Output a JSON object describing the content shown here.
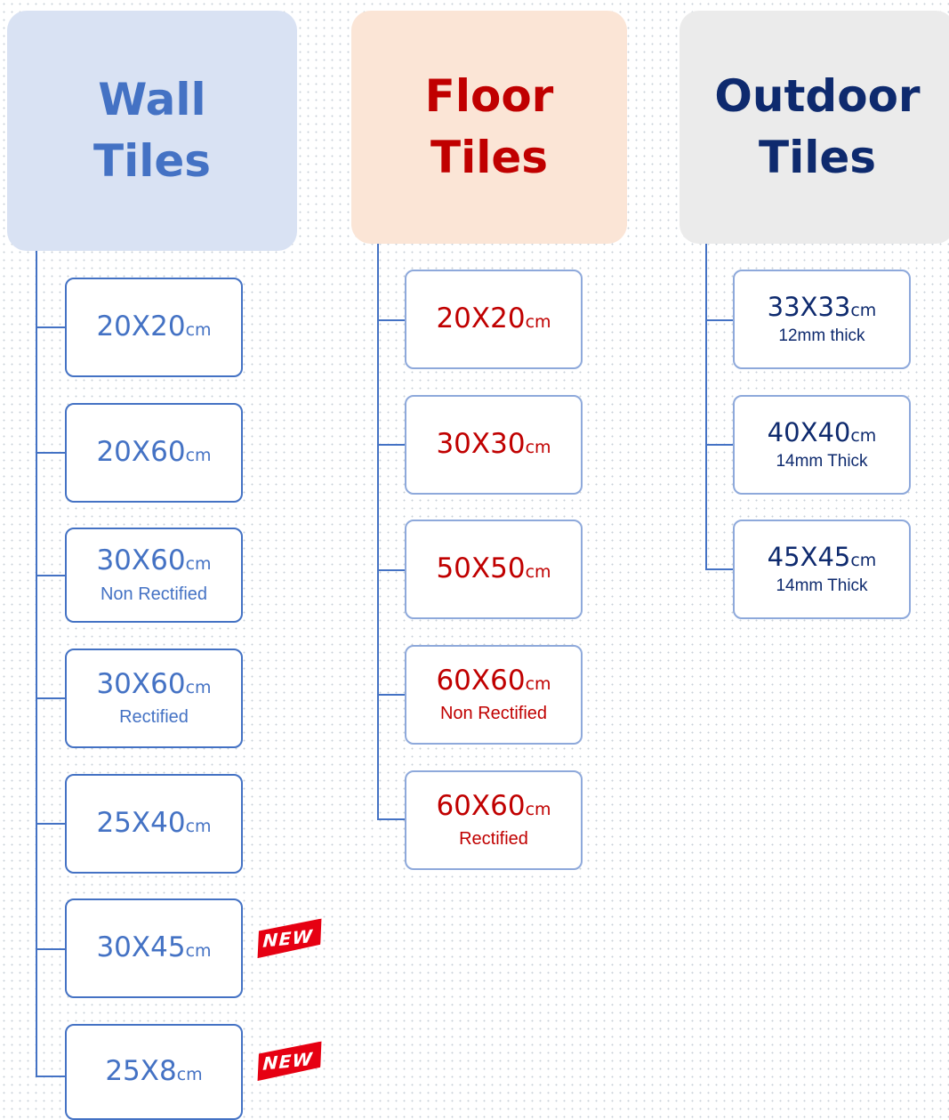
{
  "categories": [
    {
      "title_line1": "Wall",
      "title_line2": "Tiles",
      "color": "#4472c4",
      "background": "#d9e2f3",
      "items": [
        {
          "size": "20X20",
          "unit": "cm",
          "note": ""
        },
        {
          "size": "20X60",
          "unit": "cm",
          "note": ""
        },
        {
          "size": "30X60",
          "unit": "cm",
          "note": "Non Rectified"
        },
        {
          "size": "30X60",
          "unit": "cm",
          "note": "Rectified"
        },
        {
          "size": "25X40",
          "unit": "cm",
          "note": ""
        },
        {
          "size": "30X45",
          "unit": "cm",
          "note": "",
          "badge": "NEW"
        },
        {
          "size": "25X8",
          "unit": "cm",
          "note": "",
          "badge": "NEW"
        }
      ]
    },
    {
      "title_line1": "Floor",
      "title_line2": "Tiles",
      "color": "#c00000",
      "background": "#fbe5d6",
      "items": [
        {
          "size": "20X20",
          "unit": "cm",
          "note": ""
        },
        {
          "size": "30X30",
          "unit": "cm",
          "note": ""
        },
        {
          "size": "50X50",
          "unit": "cm",
          "note": ""
        },
        {
          "size": "60X60",
          "unit": "cm",
          "note": "Non Rectified"
        },
        {
          "size": "60X60",
          "unit": "cm",
          "note": "Rectified"
        }
      ]
    },
    {
      "title_line1": "Outdoor",
      "title_line2": "Tiles",
      "color": "#0e2a6e",
      "background": "#ebebeb",
      "items": [
        {
          "size": "33X33",
          "unit": "cm",
          "note": "12mm thick"
        },
        {
          "size": "40X40",
          "unit": "cm",
          "note": "14mm Thick"
        },
        {
          "size": "45X45",
          "unit": "cm",
          "note": "14mm Thick"
        }
      ]
    }
  ]
}
